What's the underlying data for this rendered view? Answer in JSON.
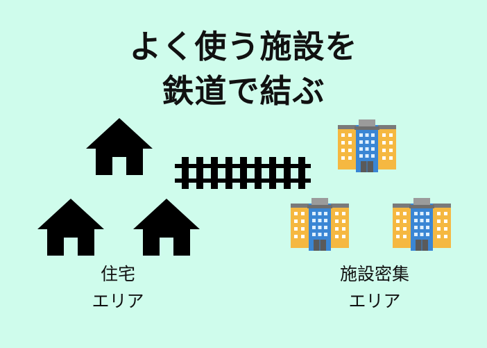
{
  "title": {
    "line1": "よく使う施設を",
    "line2": "鉄道で結ぶ"
  },
  "labels": {
    "residential_line1": "住宅",
    "residential_line2": "エリア",
    "facility_line1": "施設密集",
    "facility_line2": "エリア"
  },
  "icons": {
    "house": "house-icon",
    "building": "office-building-icon",
    "railway": "railway-track-icon"
  },
  "colors": {
    "background": "#cffcec",
    "house": "#000000",
    "building_wing": "#f5b841",
    "building_center": "#3a86d4",
    "building_roof": "#9b9b9b",
    "building_door": "#5a5a5a",
    "window_wing": "#ffffff",
    "window_center": "#dff0ff"
  }
}
